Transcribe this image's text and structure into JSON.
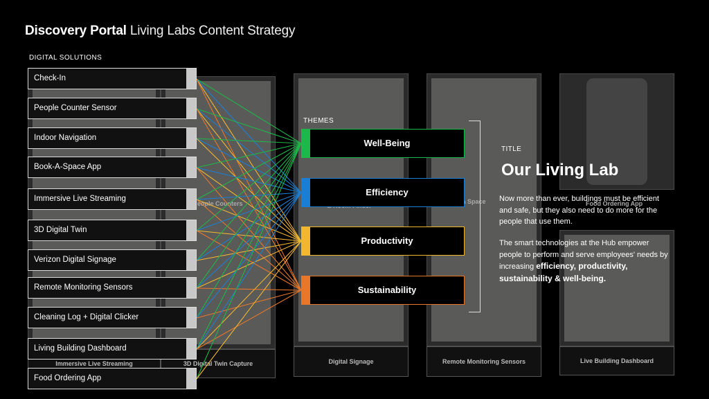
{
  "header": {
    "title_bold": "Discovery Portal",
    "title_light": "Living Labs Content Strategy"
  },
  "digital_solutions": {
    "label": "DIGITAL  SOLUTIONS",
    "items": [
      {
        "label": "Check-In"
      },
      {
        "label": "People Counter Sensor"
      },
      {
        "label": "Indoor Navigation"
      },
      {
        "label": "Book-A-Space App"
      },
      {
        "label": "Immersive Live Streaming"
      },
      {
        "label": "3D Digital Twin"
      },
      {
        "label": "Verizon Digital Signage"
      },
      {
        "label": "Remote Monitoring Sensors"
      },
      {
        "label": "Cleaning Log + Digital Clicker"
      },
      {
        "label": "Living Building Dashboard"
      },
      {
        "label": "Food Ordering App"
      }
    ]
  },
  "themes": {
    "label": "THEMES",
    "items": [
      {
        "label": "Well-Being",
        "color": "#1db84a"
      },
      {
        "label": "Efficiency",
        "color": "#1a7fd4"
      },
      {
        "label": "Productivity",
        "color": "#f2b630"
      },
      {
        "label": "Sustainability",
        "color": "#e8772a"
      }
    ]
  },
  "links": [
    [
      0,
      0
    ],
    [
      0,
      1
    ],
    [
      0,
      2
    ],
    [
      0,
      3
    ],
    [
      1,
      0
    ],
    [
      1,
      1
    ],
    [
      1,
      2
    ],
    [
      1,
      3
    ],
    [
      2,
      0
    ],
    [
      2,
      1
    ],
    [
      2,
      2
    ],
    [
      3,
      0
    ],
    [
      3,
      1
    ],
    [
      3,
      2
    ],
    [
      3,
      3
    ],
    [
      4,
      0
    ],
    [
      4,
      1
    ],
    [
      4,
      2
    ],
    [
      4,
      3
    ],
    [
      5,
      0
    ],
    [
      5,
      1
    ],
    [
      5,
      2
    ],
    [
      5,
      3
    ],
    [
      6,
      0
    ],
    [
      6,
      1
    ],
    [
      6,
      2
    ],
    [
      7,
      0
    ],
    [
      7,
      1
    ],
    [
      7,
      2
    ],
    [
      7,
      3
    ],
    [
      8,
      0
    ],
    [
      8,
      1
    ],
    [
      8,
      3
    ],
    [
      9,
      0
    ],
    [
      9,
      1
    ],
    [
      9,
      2
    ],
    [
      9,
      3
    ],
    [
      10,
      0
    ],
    [
      10,
      2
    ]
  ],
  "background_captions": {
    "immersive": "Immersive  Live  Streaming",
    "twin": "3D  Digital  Twin  Capture",
    "signage": "Digital  Signage",
    "remote": "Remote  Monitoring  Sensors",
    "dashboard": "Live  Building  Dashboard",
    "ghost_people": "eople Counters",
    "ghost_room": "& Room Finder",
    "ghost_book": "k a Space",
    "ghost_food": "Food Ordering App"
  },
  "living_lab": {
    "label": "TITLE",
    "title": "Our Living Lab",
    "para1": "Now more than ever, buildings must be efficient and safe, but they also need to do more for the people that use them.",
    "para2_prefix": "The smart technologies at the Hub empower people to perform and serve employees' needs by increasing ",
    "para2_bold": "efficiency, productivity, sustainability  & well-being."
  }
}
